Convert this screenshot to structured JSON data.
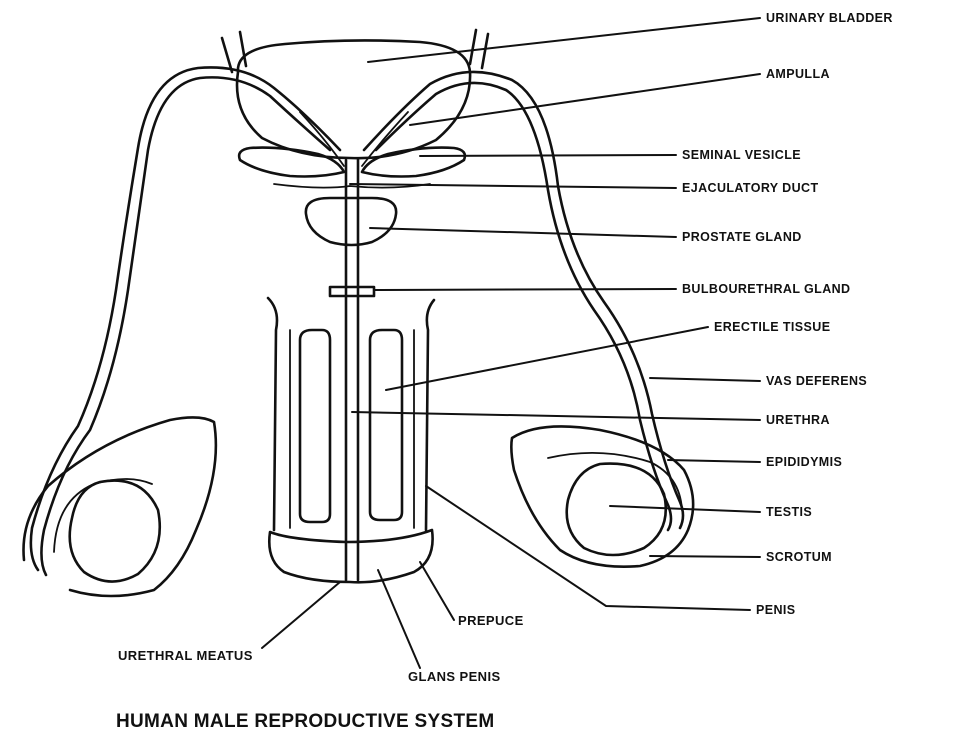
{
  "caption": "HUMAN MALE REPRODUCTIVE SYSTEM",
  "labels": {
    "urinary_bladder": "URINARY BLADDER",
    "ampulla": "AMPULLA",
    "seminal_vesicle": "SEMINAL VESICLE",
    "ejaculatory_duct": "EJACULATORY DUCT",
    "prostate_gland": "PROSTATE GLAND",
    "bulbourethral_gland": "BULBOURETHRAL GLAND",
    "erectile_tissue": "ERECTILE TISSUE",
    "vas_deferens": "VAS DEFERENS",
    "urethra": "URETHRA",
    "epididymis": "EPIDIDYMIS",
    "testis": "TESTIS",
    "scrotum": "SCROTUM",
    "penis": "PENIS",
    "prepuce": "PREPUCE",
    "urethral_meatus": "URETHRAL MEATUS",
    "glans_penis": "GLANS PENIS"
  }
}
